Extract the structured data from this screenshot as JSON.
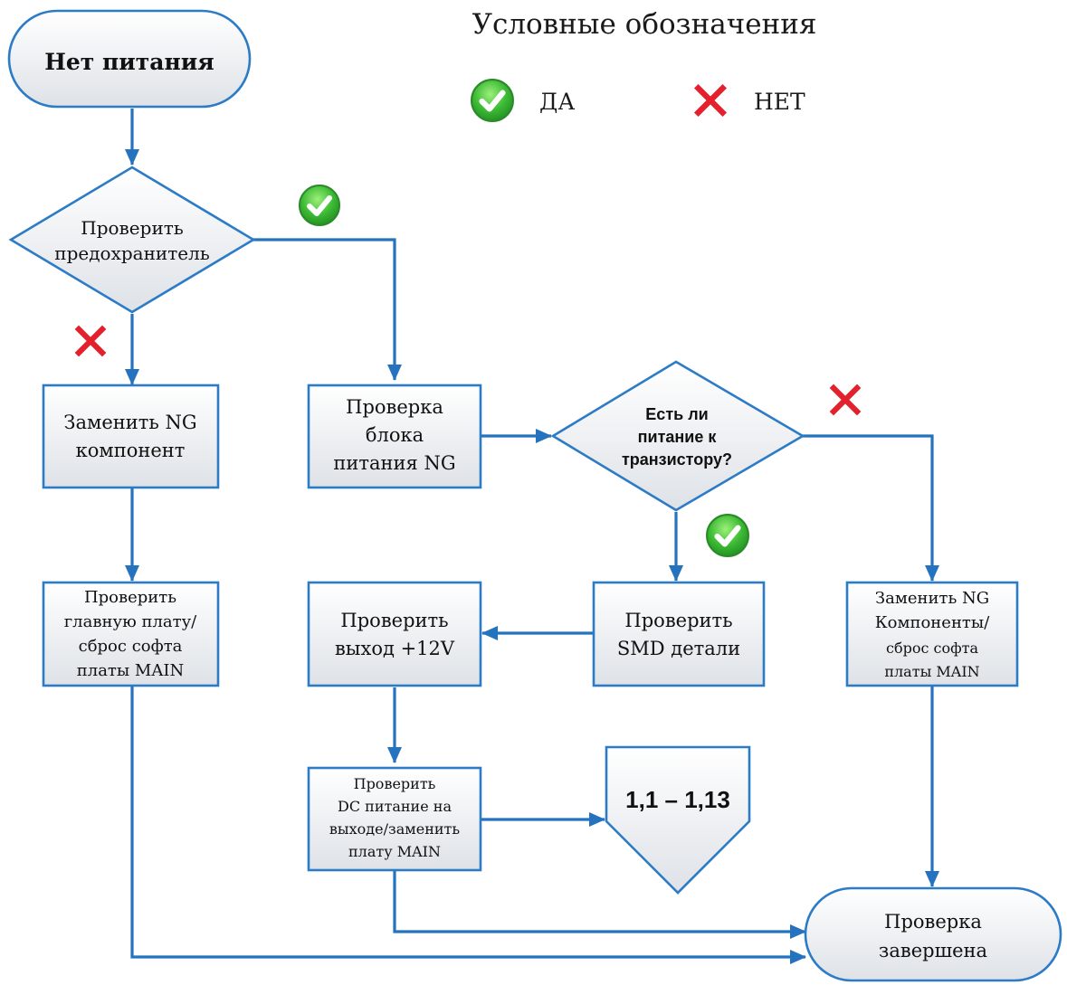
{
  "legend": {
    "title": "Условные обозначения",
    "yes_label": "ДА",
    "no_label": "НЕТ"
  },
  "nodes": {
    "start": [
      "Нет питания"
    ],
    "check_fuse": [
      "Проверить",
      "предохранитель"
    ],
    "replace_ng_component": [
      "Заменить NG",
      "компонент"
    ],
    "check_main_board": [
      "Проверить",
      "главную плату/",
      "сброс софта",
      "платы MAIN"
    ],
    "check_power_block": [
      "Проверка",
      "блока",
      "питания NG"
    ],
    "transistor_power_question": [
      "Есть ли",
      "питание к",
      "транзистору?"
    ],
    "check_smd": [
      "Проверить",
      "SMD детали"
    ],
    "check_12v": [
      "Проверить",
      "выход +12V"
    ],
    "check_dc": [
      "Проверить",
      "DC питание на",
      "выходе/заменить",
      "плату MAIN"
    ],
    "offpage_ref": [
      "1,1 – 1,13"
    ],
    "replace_components_reset": [
      "Заменить NG",
      "Компоненты/",
      "сброс софта",
      "платы MAIN"
    ],
    "end": [
      "Проверка",
      "завершена"
    ]
  },
  "colors": {
    "connector": "#2573be",
    "node_border": "#2c7bc6",
    "node_fill_top": "#ffffff",
    "node_fill_bottom": "#dfe3e8",
    "yes_green": "#36b336",
    "no_red": "#e3202c"
  },
  "icons": {
    "yes": "green-check-circle-icon",
    "no": "red-cross-icon"
  }
}
